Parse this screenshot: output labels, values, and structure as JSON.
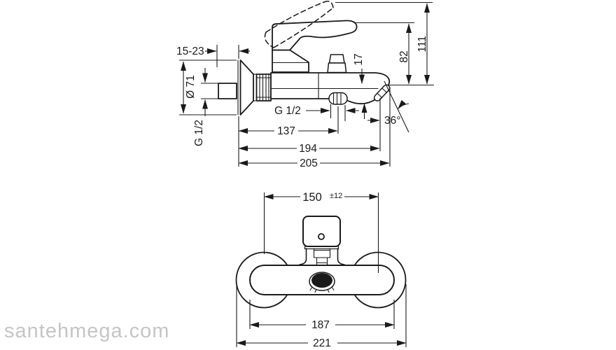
{
  "page": {
    "background": "#ffffff",
    "line_color": "#1a1a1a",
    "watermark": {
      "text": "santehmega.com",
      "color": "#c5c5c5"
    }
  },
  "side_view": {
    "dimensions": {
      "wall_distance": "15-23",
      "escutcheon_diameter": "Ø 71",
      "inlet_thread": "G 1/2",
      "shower_outlet_thread": "G 1/2",
      "spout_tip_height": "17",
      "outlet_angle": "36°",
      "shower_outlet_reach": "137",
      "spout_reach": "194",
      "total_reach": "205",
      "handle_top_height": "82",
      "max_height": "111"
    }
  },
  "front_view": {
    "dimensions": {
      "connection_distance": "150",
      "connection_tolerance": "±12",
      "body_width": "187",
      "overall_width": "221"
    }
  }
}
